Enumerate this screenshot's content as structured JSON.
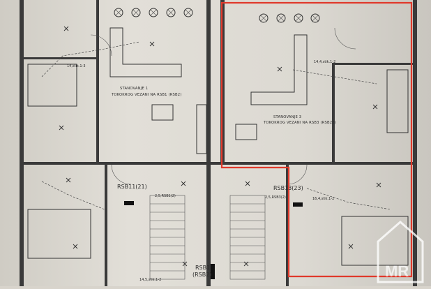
{
  "plan": {
    "apartments": [
      {
        "line1": "STANOVANJE 1",
        "line2": "TOKOKROG VEZANI NA RSB1 (RSB2)"
      },
      {
        "line1": "STANOVANJE 3",
        "line2": "TOKOKROG VEZANI NA RSB3 (RSB23)"
      }
    ],
    "panels": {
      "rsb11": "RSB11(21)",
      "rsb13": "RSB13(23)",
      "rsb1_top": "RSB1",
      "rsb1_bottom": "(RSB2)"
    },
    "highlight_color": "#e0392b",
    "watermark": "MR",
    "circuit_labels": [
      "14,4,stik.1-2",
      "14,stik.1-3",
      "2,5,RSB1(2)",
      "2,5,RSB3(2)",
      "16,4,stik.1-2",
      "14,5,stik.1-2"
    ]
  }
}
